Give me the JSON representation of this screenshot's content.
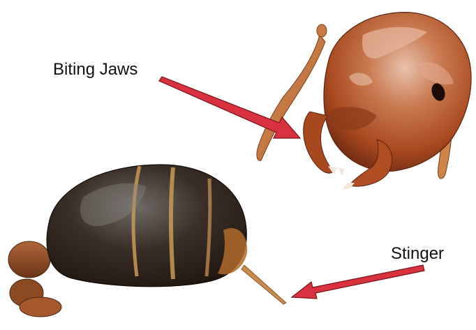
{
  "labels": {
    "jaws": "Biting Jaws",
    "stinger": "Stinger"
  },
  "colors": {
    "arrow": "#d8313f",
    "arrow_outline": "#7a1219",
    "head_base": "#b5562c",
    "head_highlight": "#e6b49c",
    "head_dark": "#6e2a12",
    "abdomen_dark": "#2a1d14",
    "abdomen_sheen": "#6f6a66",
    "abdomen_band": "#c99a56",
    "leg": "#c77a3f"
  },
  "image": {
    "subject": "ant-anatomy",
    "parts": [
      "head-with-mandibles",
      "abdomen-with-stinger"
    ]
  }
}
